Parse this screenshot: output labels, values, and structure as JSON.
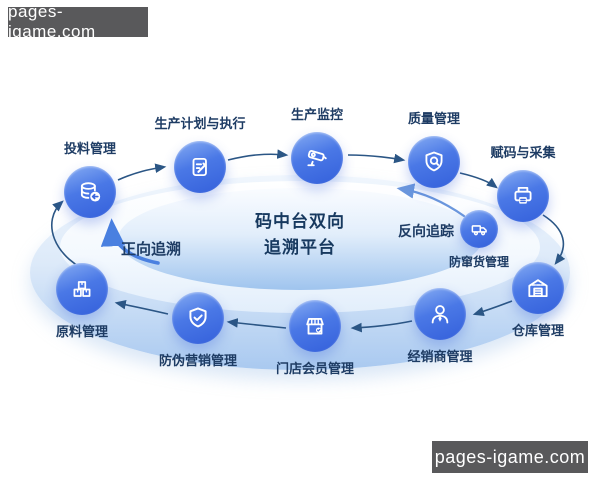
{
  "watermark": {
    "text": "pages-igame.com"
  },
  "diagram": {
    "center": {
      "line1": "码中台双向",
      "line2": "追溯平台"
    },
    "flow_labels": {
      "forward": "正向追溯",
      "reverse": "反向追踪"
    },
    "nodes": [
      {
        "label": "投料管理",
        "icon": "database-feed-icon"
      },
      {
        "label": "生产计划与执行",
        "icon": "plan-document-icon"
      },
      {
        "label": "生产监控",
        "icon": "cctv-camera-icon"
      },
      {
        "label": "质量管理",
        "icon": "quality-shield-q-icon"
      },
      {
        "label": "赋码与采集",
        "icon": "printer-icon"
      },
      {
        "label": "防窜货管理",
        "icon": "truck-icon"
      },
      {
        "label": "仓库管理",
        "icon": "warehouse-icon"
      },
      {
        "label": "经销商管理",
        "icon": "person-icon"
      },
      {
        "label": "门店会员管理",
        "icon": "storefront-icon"
      },
      {
        "label": "防伪营销管理",
        "icon": "shield-check-icon"
      },
      {
        "label": "原料管理",
        "icon": "boxes-icon"
      }
    ],
    "colors": {
      "node_blue": "#3b66dd",
      "label_navy": "#1e3c64",
      "arrow_dark": "#2b5685",
      "arrow_blue": "#4a80e0",
      "ring_blue": "#a9c9f0",
      "watermark_bg": "#59595b"
    }
  }
}
